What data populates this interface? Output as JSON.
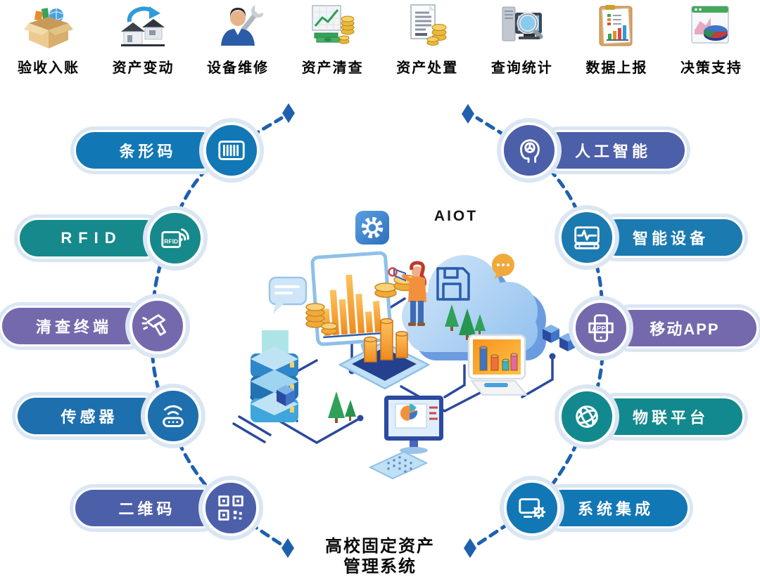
{
  "top_modules": [
    {
      "label": "验收入账",
      "icon": "inbox-box-icon"
    },
    {
      "label": "资产变动",
      "icon": "asset-transfer-icon"
    },
    {
      "label": "设备维修",
      "icon": "equipment-repair-icon"
    },
    {
      "label": "资产清查",
      "icon": "asset-inventory-icon"
    },
    {
      "label": "资产处置",
      "icon": "asset-disposal-icon"
    },
    {
      "label": "查询统计",
      "icon": "query-statistics-icon"
    },
    {
      "label": "数据上报",
      "icon": "data-report-icon"
    },
    {
      "label": "决策支持",
      "icon": "decision-support-icon"
    }
  ],
  "left_nodes": [
    {
      "label": "条形码",
      "color": "#1177b5",
      "icon": "barcode-icon"
    },
    {
      "label": "RFID",
      "color": "#15898b",
      "icon": "rfid-icon",
      "icon_text": "RFID"
    },
    {
      "label": "清查终端",
      "color": "#7569ad",
      "icon": "scanner-gun-icon"
    },
    {
      "label": "传感器",
      "color": "#1d6fae",
      "icon": "sensor-icon"
    },
    {
      "label": "二维码",
      "color": "#4c5fa9",
      "icon": "qr-code-icon"
    }
  ],
  "right_nodes": [
    {
      "label": "人工智能",
      "color": "#4c5fa9",
      "icon": "ai-head-icon"
    },
    {
      "label": "智能设备",
      "color": "#1b7ab0",
      "icon": "smart-device-icon"
    },
    {
      "label": "移动APP",
      "color": "#7569ad",
      "icon": "mobile-app-icon",
      "icon_text": "APP"
    },
    {
      "label": "物联平台",
      "color": "#12898e",
      "icon": "iot-platform-icon"
    },
    {
      "label": "系统集成",
      "color": "#1177b5",
      "icon": "system-integration-icon"
    }
  ],
  "center": {
    "cloud_label": "AIOT"
  },
  "footer": {
    "line1": "高校固定资产",
    "line2": "管理系统"
  },
  "colors": {
    "connector": "#1e60ae",
    "ring": "#dbe6f3",
    "background": "#ffffff"
  }
}
